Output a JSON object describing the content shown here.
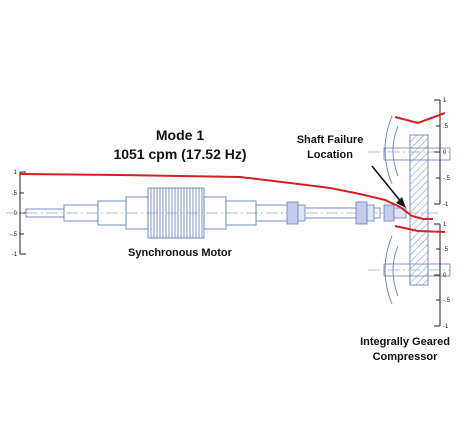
{
  "title": {
    "mode": "Mode 1",
    "frequency": "1051 cpm (17.52 Hz)"
  },
  "labels": {
    "failure_line1": "Shaft Failure",
    "failure_line2": "Location",
    "motor": "Synchronous Motor",
    "compressor_line1": "Integrally Geared",
    "compressor_line2": "Compressor"
  },
  "axes": {
    "left_ticks": [
      "1",
      ".5",
      "0",
      "-.5",
      "-1"
    ],
    "right_upper_ticks": [
      "1",
      ".5",
      "0",
      "-.5",
      "-1"
    ],
    "right_lower_ticks": [
      "1",
      ".5",
      "0",
      "-.5",
      "-1"
    ]
  },
  "colors": {
    "mode_shape": "#d42020",
    "outline": "#6a7fb8",
    "hatch": "#8a9bd0",
    "centerline": "#9aa6c8",
    "axis": "#222222"
  },
  "icons": [
    "failure-arrow-icon"
  ]
}
